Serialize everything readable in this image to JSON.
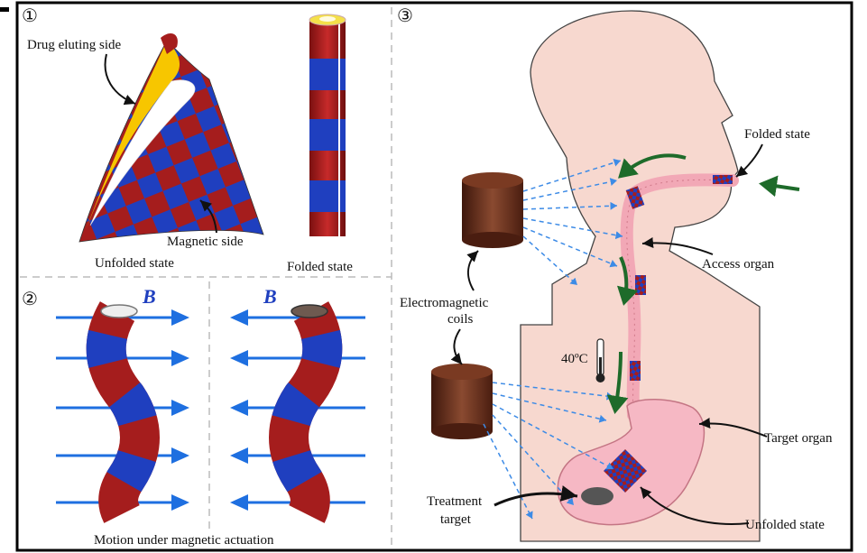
{
  "panel_numbers": [
    "①",
    "②",
    "③"
  ],
  "panel1": {
    "drug_side_label": "Drug eluting side",
    "magnetic_side_label": "Magnetic side",
    "unfolded_label": "Unfolded state",
    "folded_label": "Folded state"
  },
  "panel2": {
    "field_symbol": "B",
    "caption": "Motion under magnetic actuation"
  },
  "panel3": {
    "folded_label": "Folded state",
    "access_organ_label": "Access organ",
    "coils_label_line1": "Electromagnetic",
    "coils_label_line2": "coils",
    "temperature_label": "40ºC",
    "target_organ_label": "Target organ",
    "treatment_label_line1": "Treatment",
    "treatment_label_line2": "target",
    "unfolded_label": "Unfolded state"
  },
  "colors": {
    "magnetic_red": "#a51d1d",
    "magnetic_blue": "#1f3fbf",
    "drug_yellow": "#f7c600",
    "field_arrow_blue": "#1e6fe0",
    "motion_green": "#1e6b2a",
    "skin": "#f7d8cf",
    "organ_pink": "#f6b8c4",
    "coil_brown": "#6b2f1e"
  }
}
